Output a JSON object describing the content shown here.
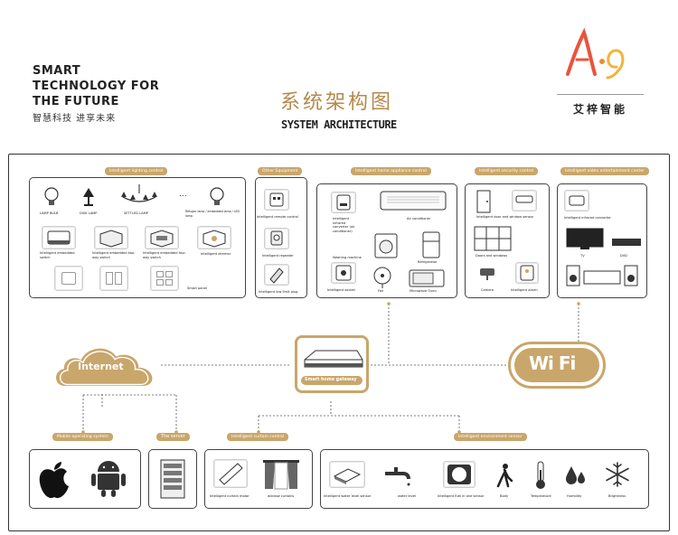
{
  "header": {
    "slogan_line1": "SMART",
    "slogan_line2": "TECHNOLOGY FOR",
    "slogan_line3": "THE FUTURE",
    "slogan_cn": "智慧科技 进享未来",
    "title_cn": "系统架构图",
    "title_en": "SYSTEM ARCHITECTURE",
    "brand_cn": "艾梓智能"
  },
  "colors": {
    "gold": "#c9a66b",
    "dark": "#333333",
    "border": "#444444"
  },
  "lighting": {
    "tag": "Intelligent lighting control",
    "bulbs": [
      "LAMP BULB",
      "DISK LAMP",
      "SETTLED LAMP",
      "Refuger lamp / embedded lamp / LED lamp"
    ],
    "ellipsis": "...",
    "switches": [
      "Intelligent embedded switch",
      "Intelligent embedded two-way switch",
      "Intelligent embedded four-way switch",
      "Intelligent dimmer"
    ],
    "smart_panel": "Smart panel"
  },
  "other": {
    "tag": "Other Equipment",
    "items": [
      "Intelligent remote control",
      "Intelligent repeater",
      "Intelligent low limit plug"
    ]
  },
  "appliance": {
    "tag": "Intelligent home appliance control",
    "items": [
      "Intelligent infrared converter (air conditioner)",
      "Air conditioner",
      "Washing machine",
      "Refrigerator",
      "Intelligent socket",
      "Fan",
      "Microwave Oven"
    ]
  },
  "security": {
    "tag": "Intelligent security control",
    "items": [
      "Intelligent door and window sensor",
      "Doors and windows",
      "Camera",
      "Intelligent alarm"
    ]
  },
  "video": {
    "tag": "Intelligent video entertainment center",
    "items": [
      "Intelligent infrared converter",
      "TV",
      "DVD"
    ]
  },
  "hub": {
    "internet": "Internet",
    "gateway": "Smart home gateway",
    "wifi": "Wi Fi"
  },
  "mobile": {
    "tag": "Mobile operating system"
  },
  "server": {
    "tag": "The server"
  },
  "curtain": {
    "tag": "Intelligent curtain control",
    "items": [
      "Intelligent curtain motor",
      "window curtains"
    ]
  },
  "environment": {
    "tag": "Intelligent environment sensor",
    "items": [
      "Intelligent water level sensor",
      "water level",
      "Intelligent fuel in one sensor",
      "Body",
      "Temperature",
      "Humidity",
      "Brightness"
    ]
  }
}
